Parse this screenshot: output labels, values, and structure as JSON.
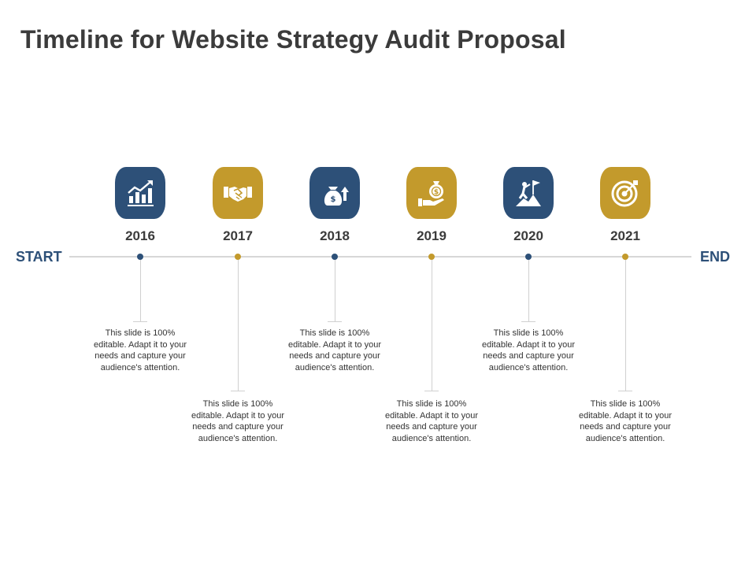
{
  "title": "Timeline for Website Strategy Audit Proposal",
  "start_label": "START",
  "end_label": "END",
  "colors": {
    "blue": "#2d5078",
    "gold": "#c39a2c",
    "title": "#3b3b3b",
    "line": "#d7d7d7"
  },
  "milestones": [
    {
      "year": "2016",
      "icon": "growth-chart-icon",
      "color": "#2d5078",
      "text": "This slide is 100% editable. Adapt it to your needs and capture your audience's attention."
    },
    {
      "year": "2017",
      "icon": "handshake-icon",
      "color": "#c39a2c",
      "text": "This slide is 100% editable. Adapt it to your needs and capture your audience's attention."
    },
    {
      "year": "2018",
      "icon": "money-bag-icon",
      "color": "#2d5078",
      "text": "This slide is 100% editable. Adapt it to your needs and capture your audience's attention."
    },
    {
      "year": "2019",
      "icon": "hand-money-icon",
      "color": "#c39a2c",
      "text": "This slide is 100% editable. Adapt it to your needs and capture your audience's attention."
    },
    {
      "year": "2020",
      "icon": "summit-flag-icon",
      "color": "#2d5078",
      "text": "This slide is 100% editable. Adapt it to your needs and capture your audience's attention."
    },
    {
      "year": "2021",
      "icon": "target-icon",
      "color": "#c39a2c",
      "text": "This slide is 100% editable. Adapt it to your needs and capture your audience's attention."
    }
  ]
}
